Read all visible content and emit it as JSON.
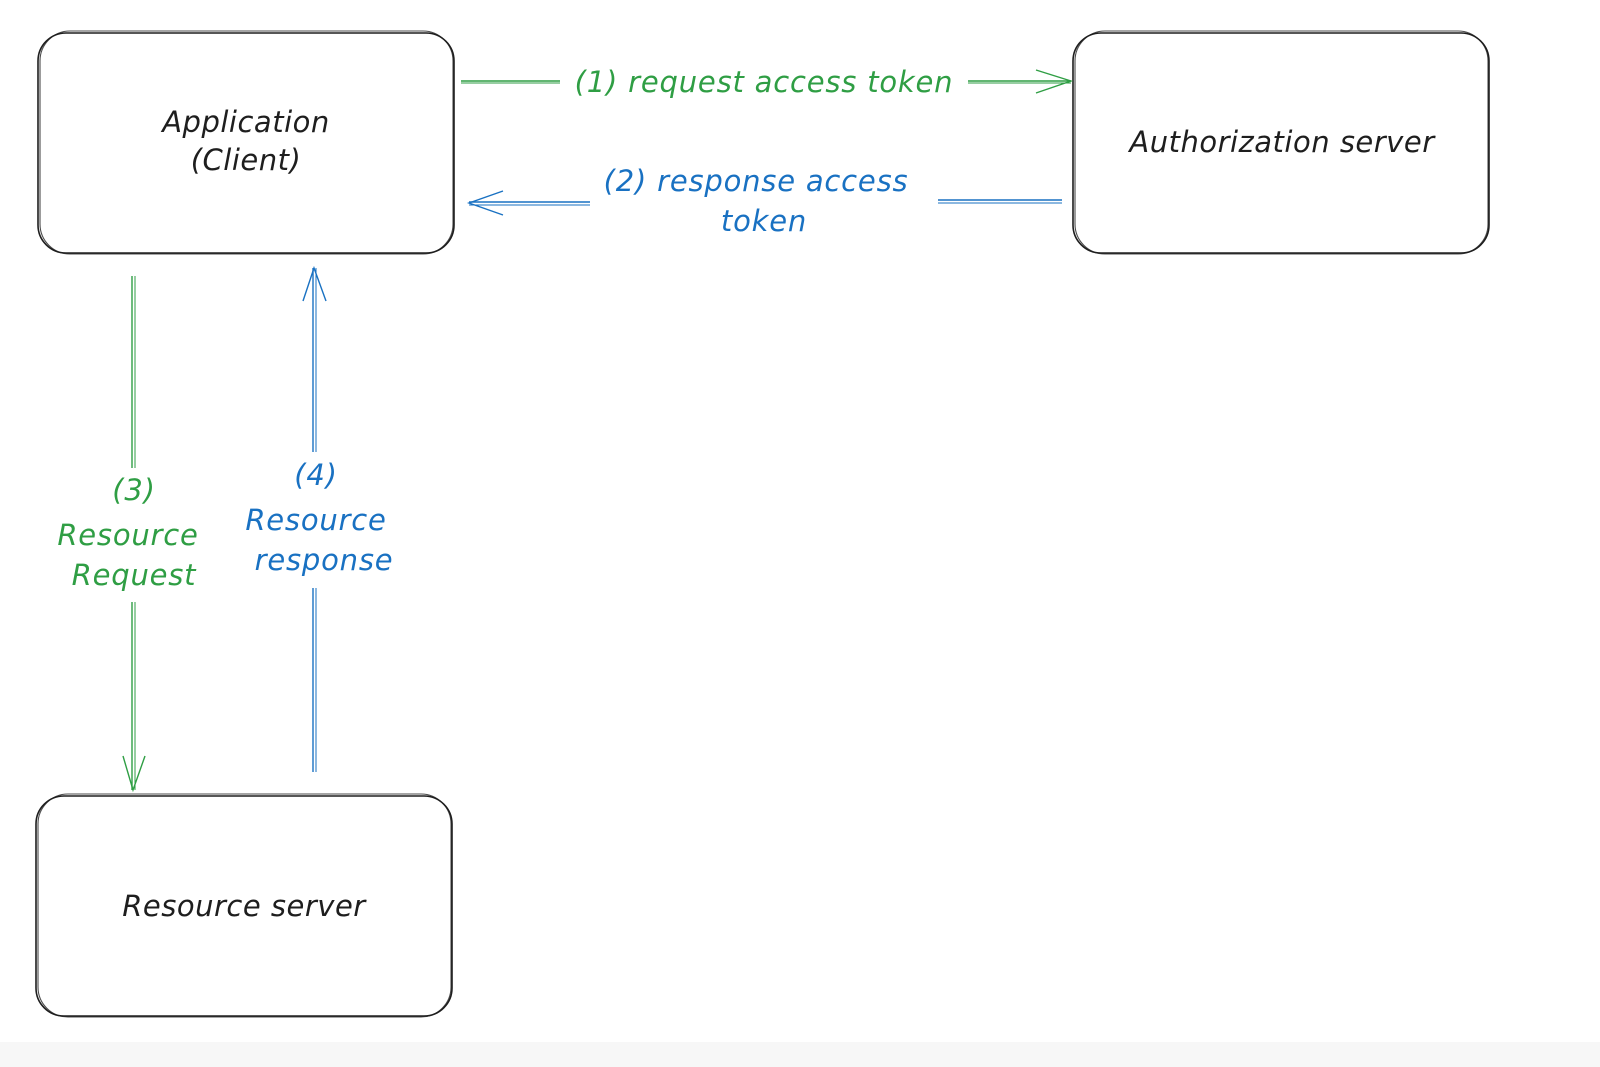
{
  "colors": {
    "box_stroke": "#1e1e1e",
    "request": "#2f9e44",
    "response": "#1971c2",
    "background": "#ffffff"
  },
  "nodes": {
    "client": {
      "line1": "Application",
      "line2": "(Client)"
    },
    "auth": {
      "label": "Authorization server"
    },
    "resource": {
      "label": "Resource server"
    }
  },
  "edges": {
    "e1": {
      "label": "(1) request access token",
      "color": "request"
    },
    "e2": {
      "line1": "(2) response access",
      "line2": "token",
      "color": "response"
    },
    "e3": {
      "line1": "(3)",
      "line2": "Resource",
      "line3": "Request",
      "color": "request"
    },
    "e4": {
      "line1": "(4)",
      "line2": "Resource",
      "line3": "response",
      "color": "response"
    }
  }
}
